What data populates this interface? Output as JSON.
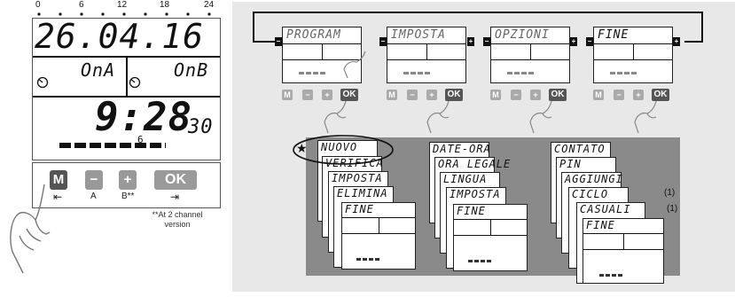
{
  "device": {
    "scale_ticks": [
      "0",
      "6",
      "12",
      "18",
      "24"
    ],
    "date": "26.04.16",
    "on_a": "OnA",
    "on_b": "OnB",
    "time": "9:28",
    "seconds": "30",
    "day_marker": "6",
    "buttons": {
      "m": "M",
      "minus": "−",
      "plus": "+",
      "ok": "OK"
    },
    "button_labels": {
      "m": "⇤",
      "minus": "A",
      "plus": "B**",
      "ok": "⇥"
    },
    "footnote": "**At 2 channel version"
  },
  "menu": {
    "screens": [
      {
        "title": "PROGRAM"
      },
      {
        "title": "IMPOSTA"
      },
      {
        "title": "OPZIONI"
      },
      {
        "title": "FINE"
      }
    ],
    "nav": {
      "m": "M",
      "minus": "−",
      "plus": "+",
      "ok": "OK"
    }
  },
  "submenus": {
    "program_items": [
      "NUOVO",
      "VERIFICA",
      "IMPOSTA",
      "ELIMINA",
      "FINE"
    ],
    "imposta_items": [
      "DATE-ORA",
      "ORA LEGALE",
      "LINGUA",
      "IMPOSTA",
      "FINE"
    ],
    "opzioni_items": [
      "CONTATO",
      "PIN",
      "AGGIUNGI",
      "CICLO",
      "CASUALI",
      "FINE"
    ],
    "star": "★",
    "note_ciclo": "(1)",
    "note_casuali": "(1)"
  }
}
